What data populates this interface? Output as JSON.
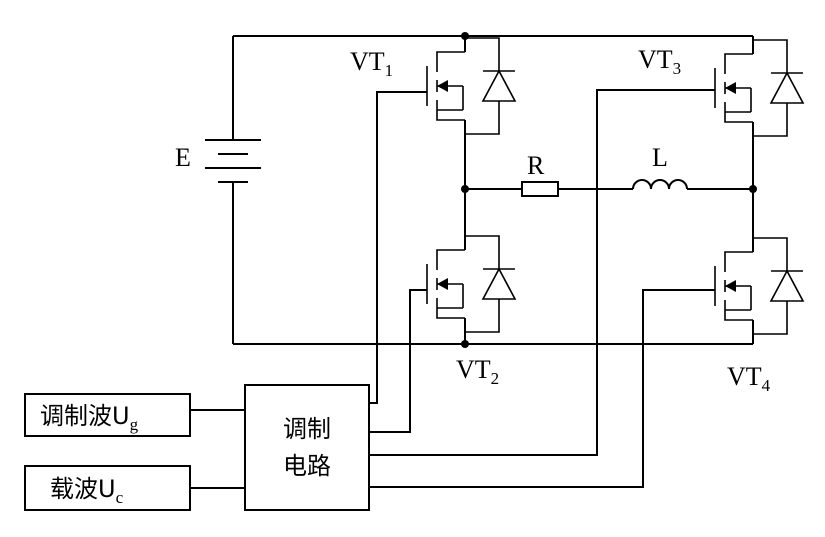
{
  "labels": {
    "source": "E",
    "resistor": "R",
    "inductor": "L",
    "switches": [
      {
        "name": "VT",
        "sub": "1"
      },
      {
        "name": "VT",
        "sub": "2"
      },
      {
        "name": "VT",
        "sub": "3"
      },
      {
        "name": "VT",
        "sub": "4"
      }
    ]
  },
  "blocks": {
    "modulating_wave": {
      "text": "调制波U",
      "sub": "g"
    },
    "carrier_wave": {
      "text": "载波U",
      "sub": "c"
    },
    "modulation_circuit": {
      "line1": "调制",
      "line2": "电路"
    }
  }
}
